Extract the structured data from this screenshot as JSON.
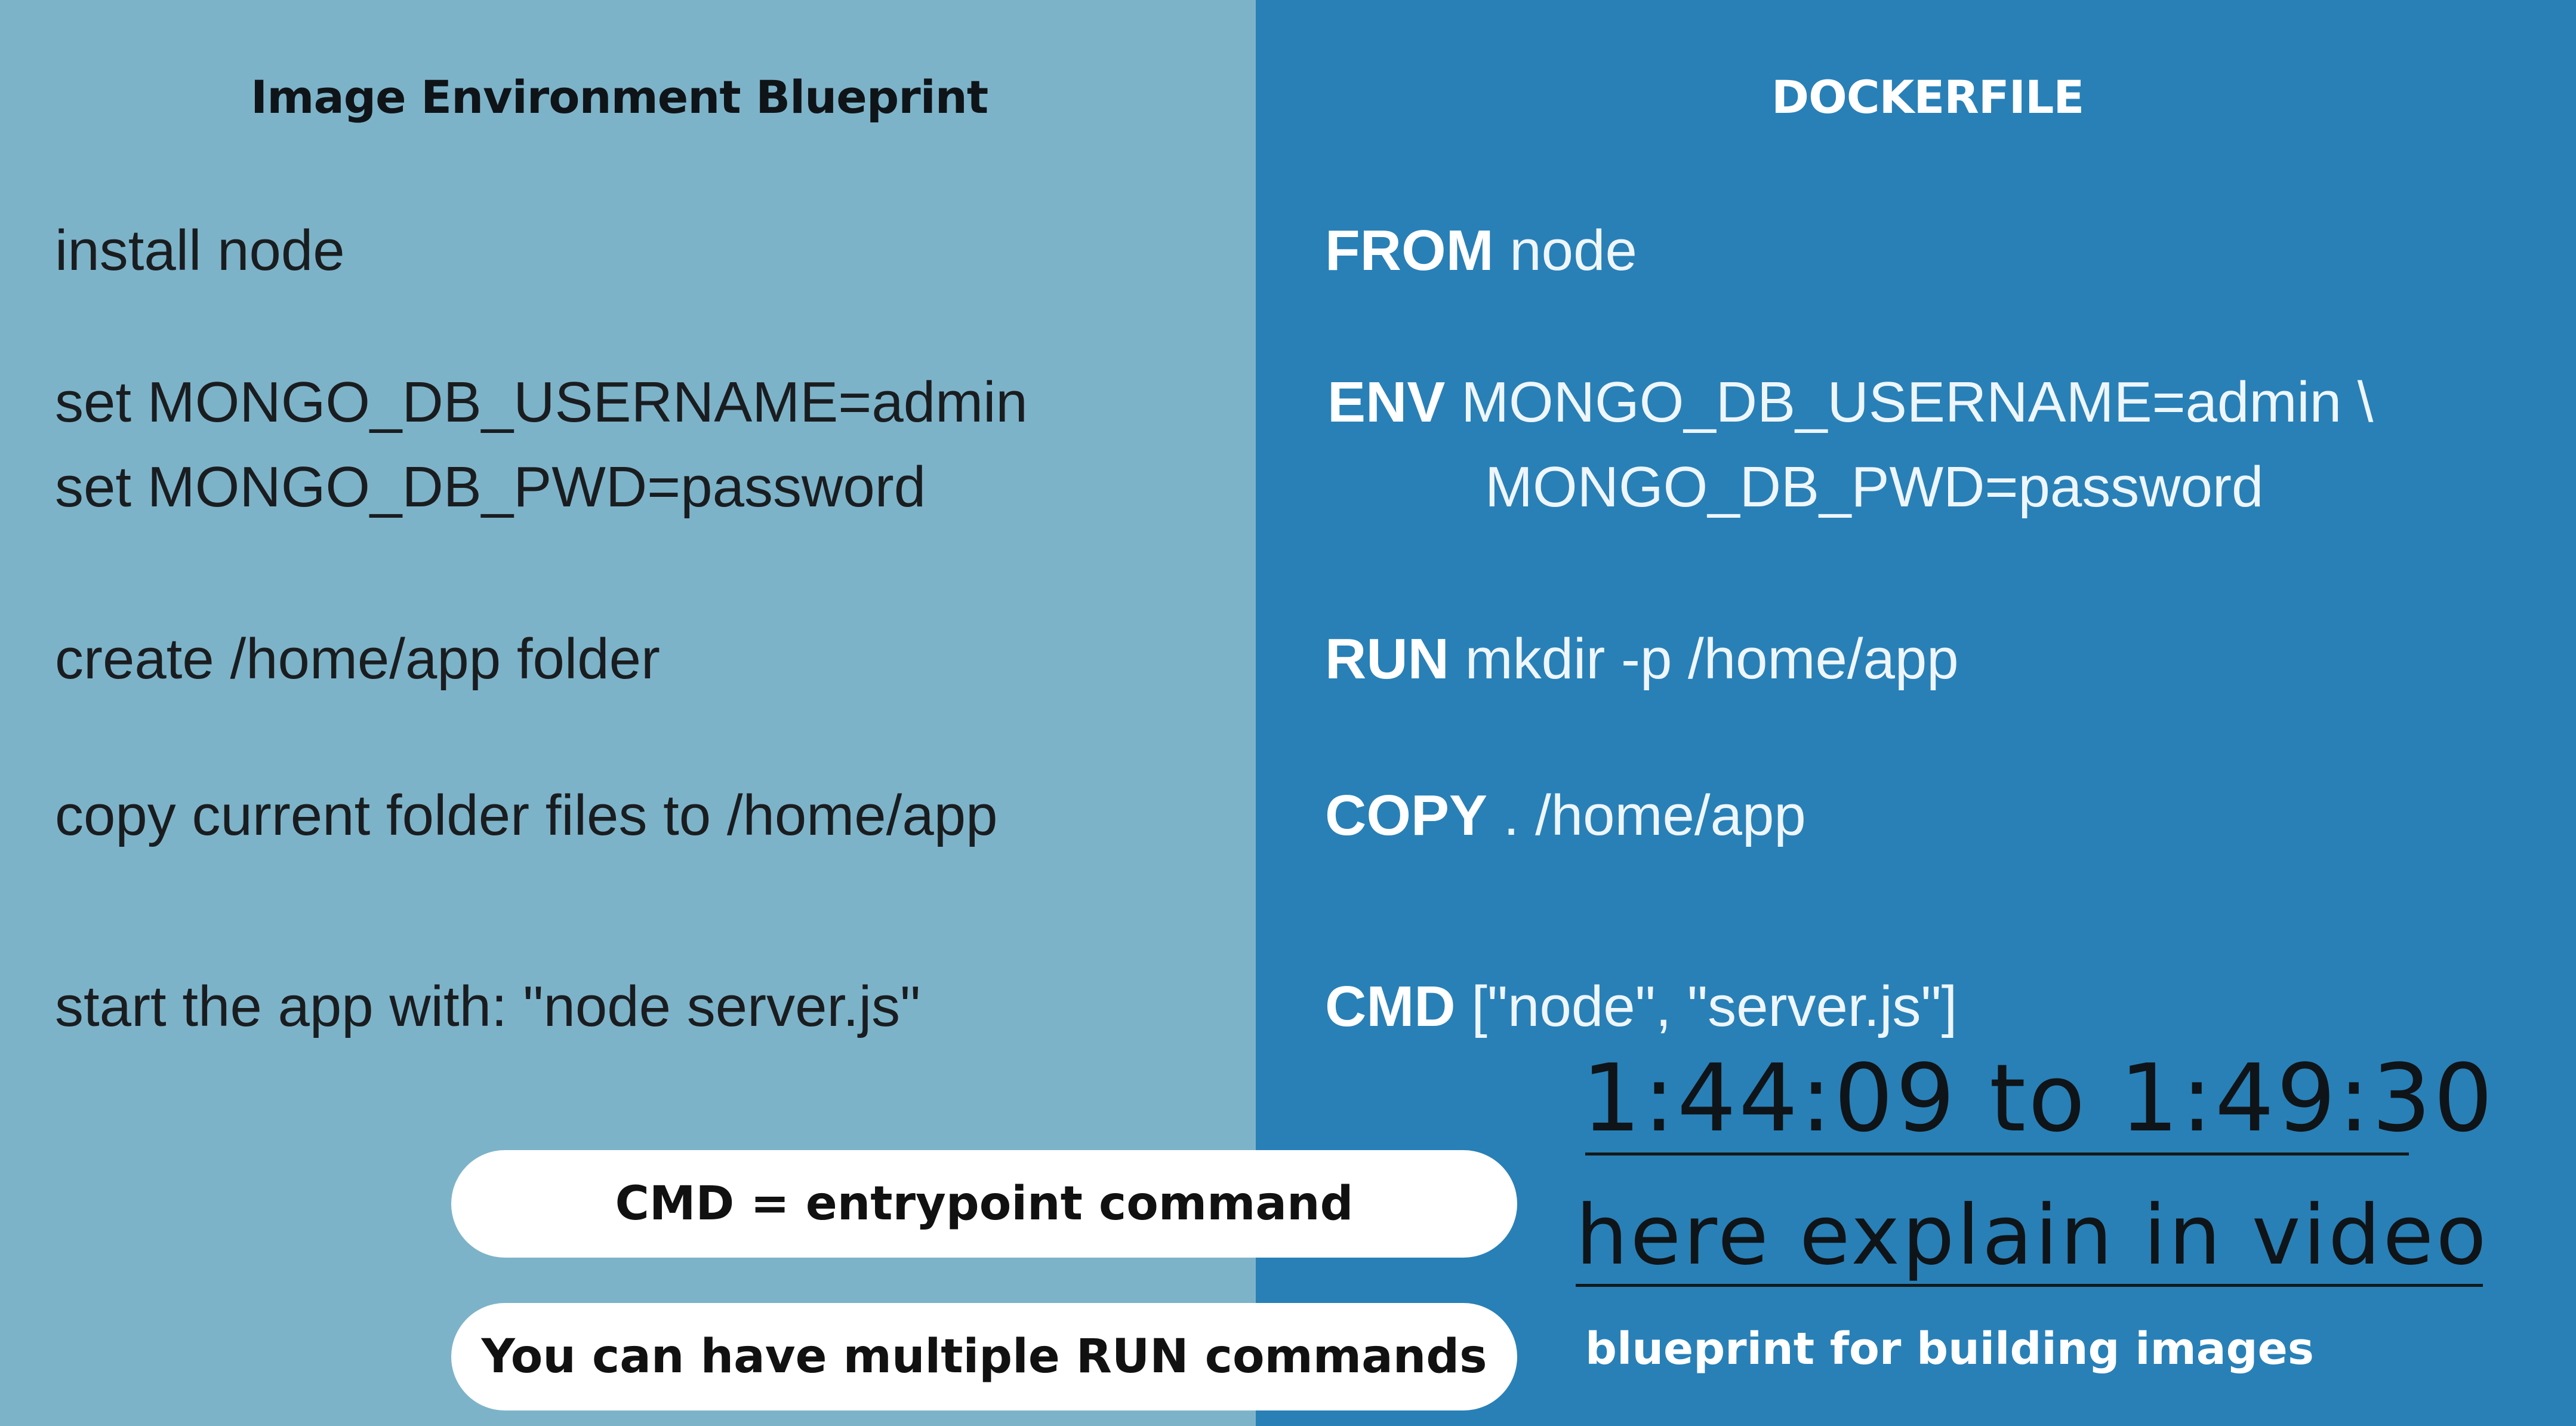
{
  "left": {
    "heading": "Image Environment Blueprint",
    "rows": [
      "install node",
      "set MONGO_DB_USERNAME=admin",
      "set MONGO_DB_PWD=password",
      "create /home/app folder",
      "copy current folder files to /home/app",
      "start the app with: \"node server.js\""
    ]
  },
  "right": {
    "heading": "DOCKERFILE",
    "rows": [
      {
        "keyword": "FROM",
        "value": "node"
      },
      {
        "keyword": "ENV",
        "value": "MONGO_DB_USERNAME=admin \\"
      },
      {
        "keyword": "",
        "value": "MONGO_DB_PWD=password"
      },
      {
        "keyword": "RUN",
        "value": "mkdir -p /home/app"
      },
      {
        "keyword": "COPY",
        "value": ".  /home/app"
      },
      {
        "keyword": "CMD",
        "value": "[\"node\", \"server.js\"]"
      }
    ],
    "caption": "blueprint for building images"
  },
  "annotations": {
    "timestamp": "1:44:09 to 1:49:30",
    "note": "here explain in video"
  },
  "callouts": {
    "cmd": "CMD = entrypoint command",
    "run": "You can have multiple RUN commands"
  },
  "colors": {
    "left_panel": "#7db3c9",
    "right_panel": "#2880b7"
  }
}
